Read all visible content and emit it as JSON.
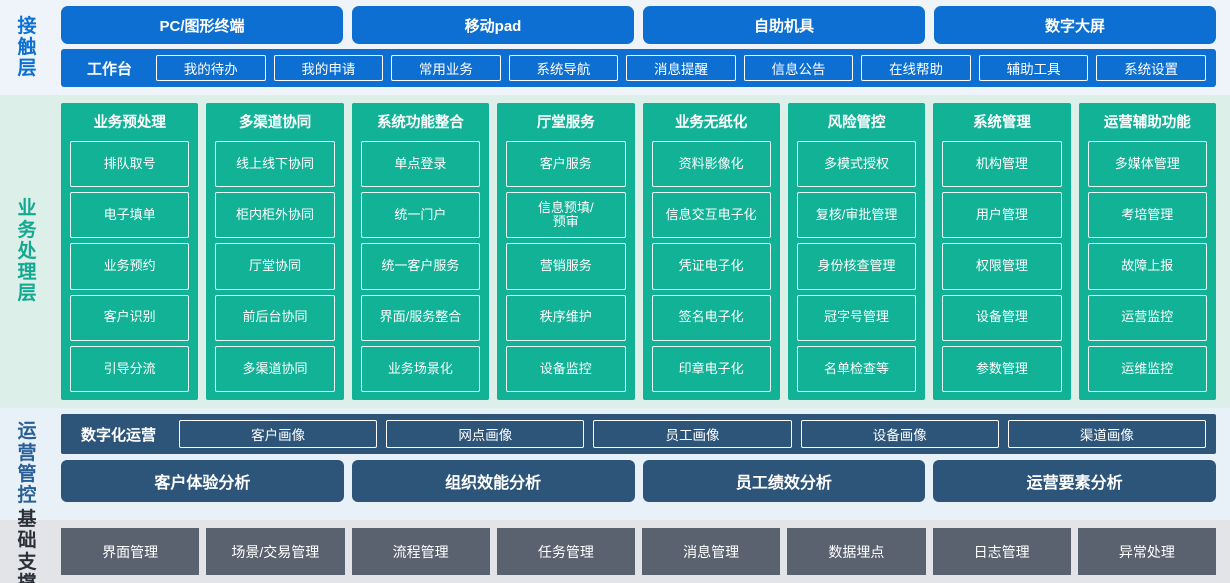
{
  "contact_layer": {
    "label": "接触层",
    "terminals": [
      {
        "label": "PC/图形终端"
      },
      {
        "label": "移动pad"
      },
      {
        "label": "自助机具"
      },
      {
        "label": "数字大屏"
      }
    ],
    "workbench_title": "工作台",
    "workbench_items": [
      {
        "label": "我的待办"
      },
      {
        "label": "我的申请"
      },
      {
        "label": "常用业务"
      },
      {
        "label": "系统导航"
      },
      {
        "label": "消息提醒"
      },
      {
        "label": "信息公告"
      },
      {
        "label": "在线帮助"
      },
      {
        "label": "辅助工具"
      },
      {
        "label": "系统设置"
      }
    ]
  },
  "business_layer": {
    "label": "业务处理层",
    "columns": [
      {
        "title": "业务预处理",
        "items": [
          {
            "label": "排队取号"
          },
          {
            "label": "电子填单"
          },
          {
            "label": "业务预约"
          },
          {
            "label": "客户识别"
          },
          {
            "label": "引导分流"
          }
        ]
      },
      {
        "title": "多渠道协同",
        "items": [
          {
            "label": "线上线下协同"
          },
          {
            "label": "柜内柜外协同"
          },
          {
            "label": "厅堂协同"
          },
          {
            "label": "前后台协同"
          },
          {
            "label": "多渠道协同"
          }
        ]
      },
      {
        "title": "系统功能整合",
        "items": [
          {
            "label": "单点登录"
          },
          {
            "label": "统一门户"
          },
          {
            "label": "统一客户服务"
          },
          {
            "label": "界面/服务整合"
          },
          {
            "label": "业务场景化"
          }
        ]
      },
      {
        "title": "厅堂服务",
        "items": [
          {
            "label": "客户服务"
          },
          {
            "label": "信息预填/\n预审"
          },
          {
            "label": "营销服务"
          },
          {
            "label": "秩序维护"
          },
          {
            "label": "设备监控"
          }
        ]
      },
      {
        "title": "业务无纸化",
        "items": [
          {
            "label": "资料影像化"
          },
          {
            "label": "信息交互电子化"
          },
          {
            "label": "凭证电子化"
          },
          {
            "label": "签名电子化"
          },
          {
            "label": "印章电子化"
          }
        ]
      },
      {
        "title": "风险管控",
        "items": [
          {
            "label": "多模式授权"
          },
          {
            "label": "复核/审批管理"
          },
          {
            "label": "身份核查管理"
          },
          {
            "label": "冠字号管理"
          },
          {
            "label": "名单检查等"
          }
        ]
      },
      {
        "title": "系统管理",
        "items": [
          {
            "label": "机构管理"
          },
          {
            "label": "用户管理"
          },
          {
            "label": "权限管理"
          },
          {
            "label": "设备管理"
          },
          {
            "label": "参数管理"
          }
        ]
      },
      {
        "title": "运营辅助功能",
        "items": [
          {
            "label": "多媒体管理"
          },
          {
            "label": "考培管理"
          },
          {
            "label": "故障上报"
          },
          {
            "label": "运营监控"
          },
          {
            "label": "运维监控"
          }
        ]
      }
    ]
  },
  "operations_layer": {
    "label": "运营管控",
    "portrait_title": "数字化运营",
    "portraits": [
      {
        "label": "客户画像"
      },
      {
        "label": "网点画像"
      },
      {
        "label": "员工画像"
      },
      {
        "label": "设备画像"
      },
      {
        "label": "渠道画像"
      }
    ],
    "analyses": [
      {
        "label": "客户体验分析"
      },
      {
        "label": "组织效能分析"
      },
      {
        "label": "员工绩效分析"
      },
      {
        "label": "运营要素分析"
      }
    ]
  },
  "foundation_layer": {
    "label": "基础支撑",
    "items": [
      {
        "label": "界面管理"
      },
      {
        "label": "场景/交易管理"
      },
      {
        "label": "流程管理"
      },
      {
        "label": "任务管理"
      },
      {
        "label": "消息管理"
      },
      {
        "label": "数据埋点"
      },
      {
        "label": "日志管理"
      },
      {
        "label": "异常处理"
      }
    ]
  },
  "colors": {
    "blue": "#0d6fd1",
    "teal": "#12b296",
    "slate_blue": "#2d5579",
    "gray": "#5a616f"
  }
}
